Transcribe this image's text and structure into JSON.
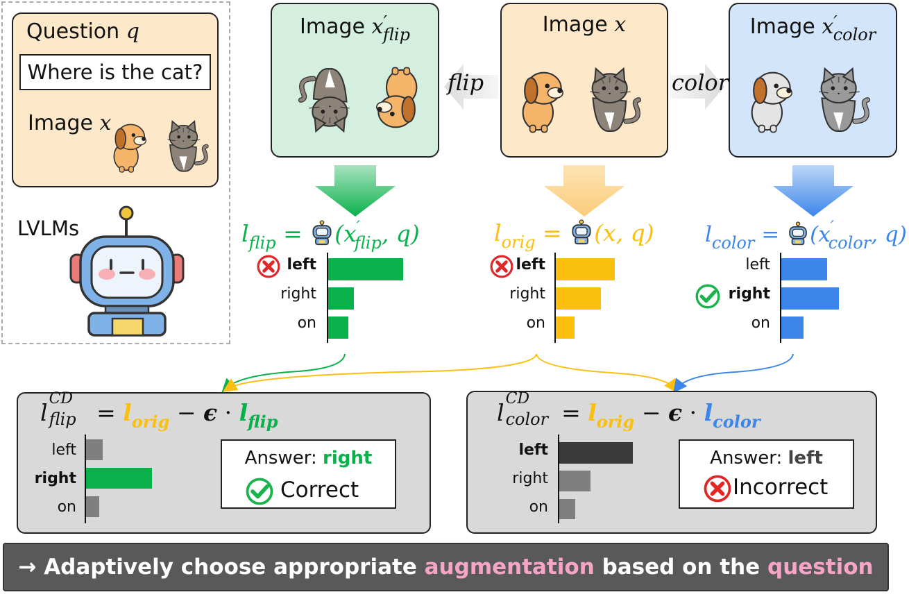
{
  "input_panel": {
    "question_label": "Question",
    "question_var": "q",
    "question_text": "Where is the cat?",
    "image_label": "Image",
    "image_var": "x",
    "model_label": "LVLMs"
  },
  "images": {
    "flip": {
      "label": "Image",
      "var": "x",
      "prime": "′",
      "sub": "flip",
      "color": "#d4efe0"
    },
    "orig": {
      "label": "Image",
      "var": "x",
      "color": "#fde9c9"
    },
    "color": {
      "label": "Image",
      "var": "x",
      "prime": "′",
      "sub": "color",
      "color": "#d3e5fb"
    }
  },
  "transforms": {
    "flip": "flip",
    "color": "color"
  },
  "formulas": {
    "flip": {
      "l": "l",
      "sub": "flip",
      "eq": "=",
      "args_open": "(",
      "arg_var": "x",
      "arg_prime": "′",
      "arg_sub": "flip",
      "arg_rest": ", q)"
    },
    "orig": {
      "l": "l",
      "sub": "orig",
      "eq": "=",
      "args": "(x, q)"
    },
    "color": {
      "l": "l",
      "sub": "color",
      "eq": "=",
      "args_open": "(",
      "arg_var": "x",
      "arg_prime": "′",
      "arg_sub": "color",
      "arg_rest": ", q)"
    }
  },
  "colors": {
    "flip": "#0ab14b",
    "orig": "#fbbf0e",
    "color": "#3c86ea",
    "cd_gray": "#7f7f7f",
    "cd_dark": "#3a3a3a",
    "pink": "#f7a5c7"
  },
  "chart_data": [
    {
      "type": "bar",
      "categories": [
        "left",
        "right",
        "on"
      ],
      "values": [
        1.0,
        0.34,
        0.27
      ],
      "highlight": "left",
      "mark": "incorrect",
      "orientation": "horizontal"
    },
    {
      "type": "bar",
      "categories": [
        "left",
        "right",
        "on"
      ],
      "values": [
        0.78,
        0.6,
        0.25
      ],
      "highlight": "left",
      "mark": "incorrect",
      "orientation": "horizontal"
    },
    {
      "type": "bar",
      "categories": [
        "left",
        "right",
        "on"
      ],
      "values": [
        0.78,
        0.99,
        0.38
      ],
      "highlight": "right",
      "mark": "correct",
      "orientation": "horizontal"
    },
    {
      "type": "bar",
      "categories": [
        "left",
        "right",
        "on"
      ],
      "values": [
        0.25,
        1.0,
        0.2
      ],
      "highlight": "right",
      "orientation": "horizontal"
    },
    {
      "type": "bar",
      "categories": [
        "left",
        "right",
        "on"
      ],
      "values": [
        1.0,
        0.42,
        0.22
      ],
      "highlight": "left",
      "orientation": "horizontal"
    }
  ],
  "cd": {
    "flip": {
      "l": "l",
      "sup": "CD",
      "sub": "flip",
      "eq": "=",
      "orig": "l",
      "orig_sub": "orig",
      "minus": "−",
      "eps": "ϵ",
      "dot": "·",
      "aug": "l",
      "aug_sub": "flip",
      "answer_label": "Answer:",
      "answer_value": "right",
      "verdict": "Correct"
    },
    "color": {
      "l": "l",
      "sup": "CD",
      "sub": "color",
      "eq": "=",
      "orig": "l",
      "orig_sub": "orig",
      "minus": "−",
      "eps": "ϵ",
      "dot": "·",
      "aug": "l",
      "aug_sub": "color",
      "answer_label": "Answer:",
      "answer_value": "left",
      "verdict": "Incorrect"
    }
  },
  "banner": {
    "arrow": "→",
    "part1": "Adaptively choose appropriate",
    "highlight1": "augmentation",
    "part2": "based on the",
    "highlight2": "question"
  }
}
